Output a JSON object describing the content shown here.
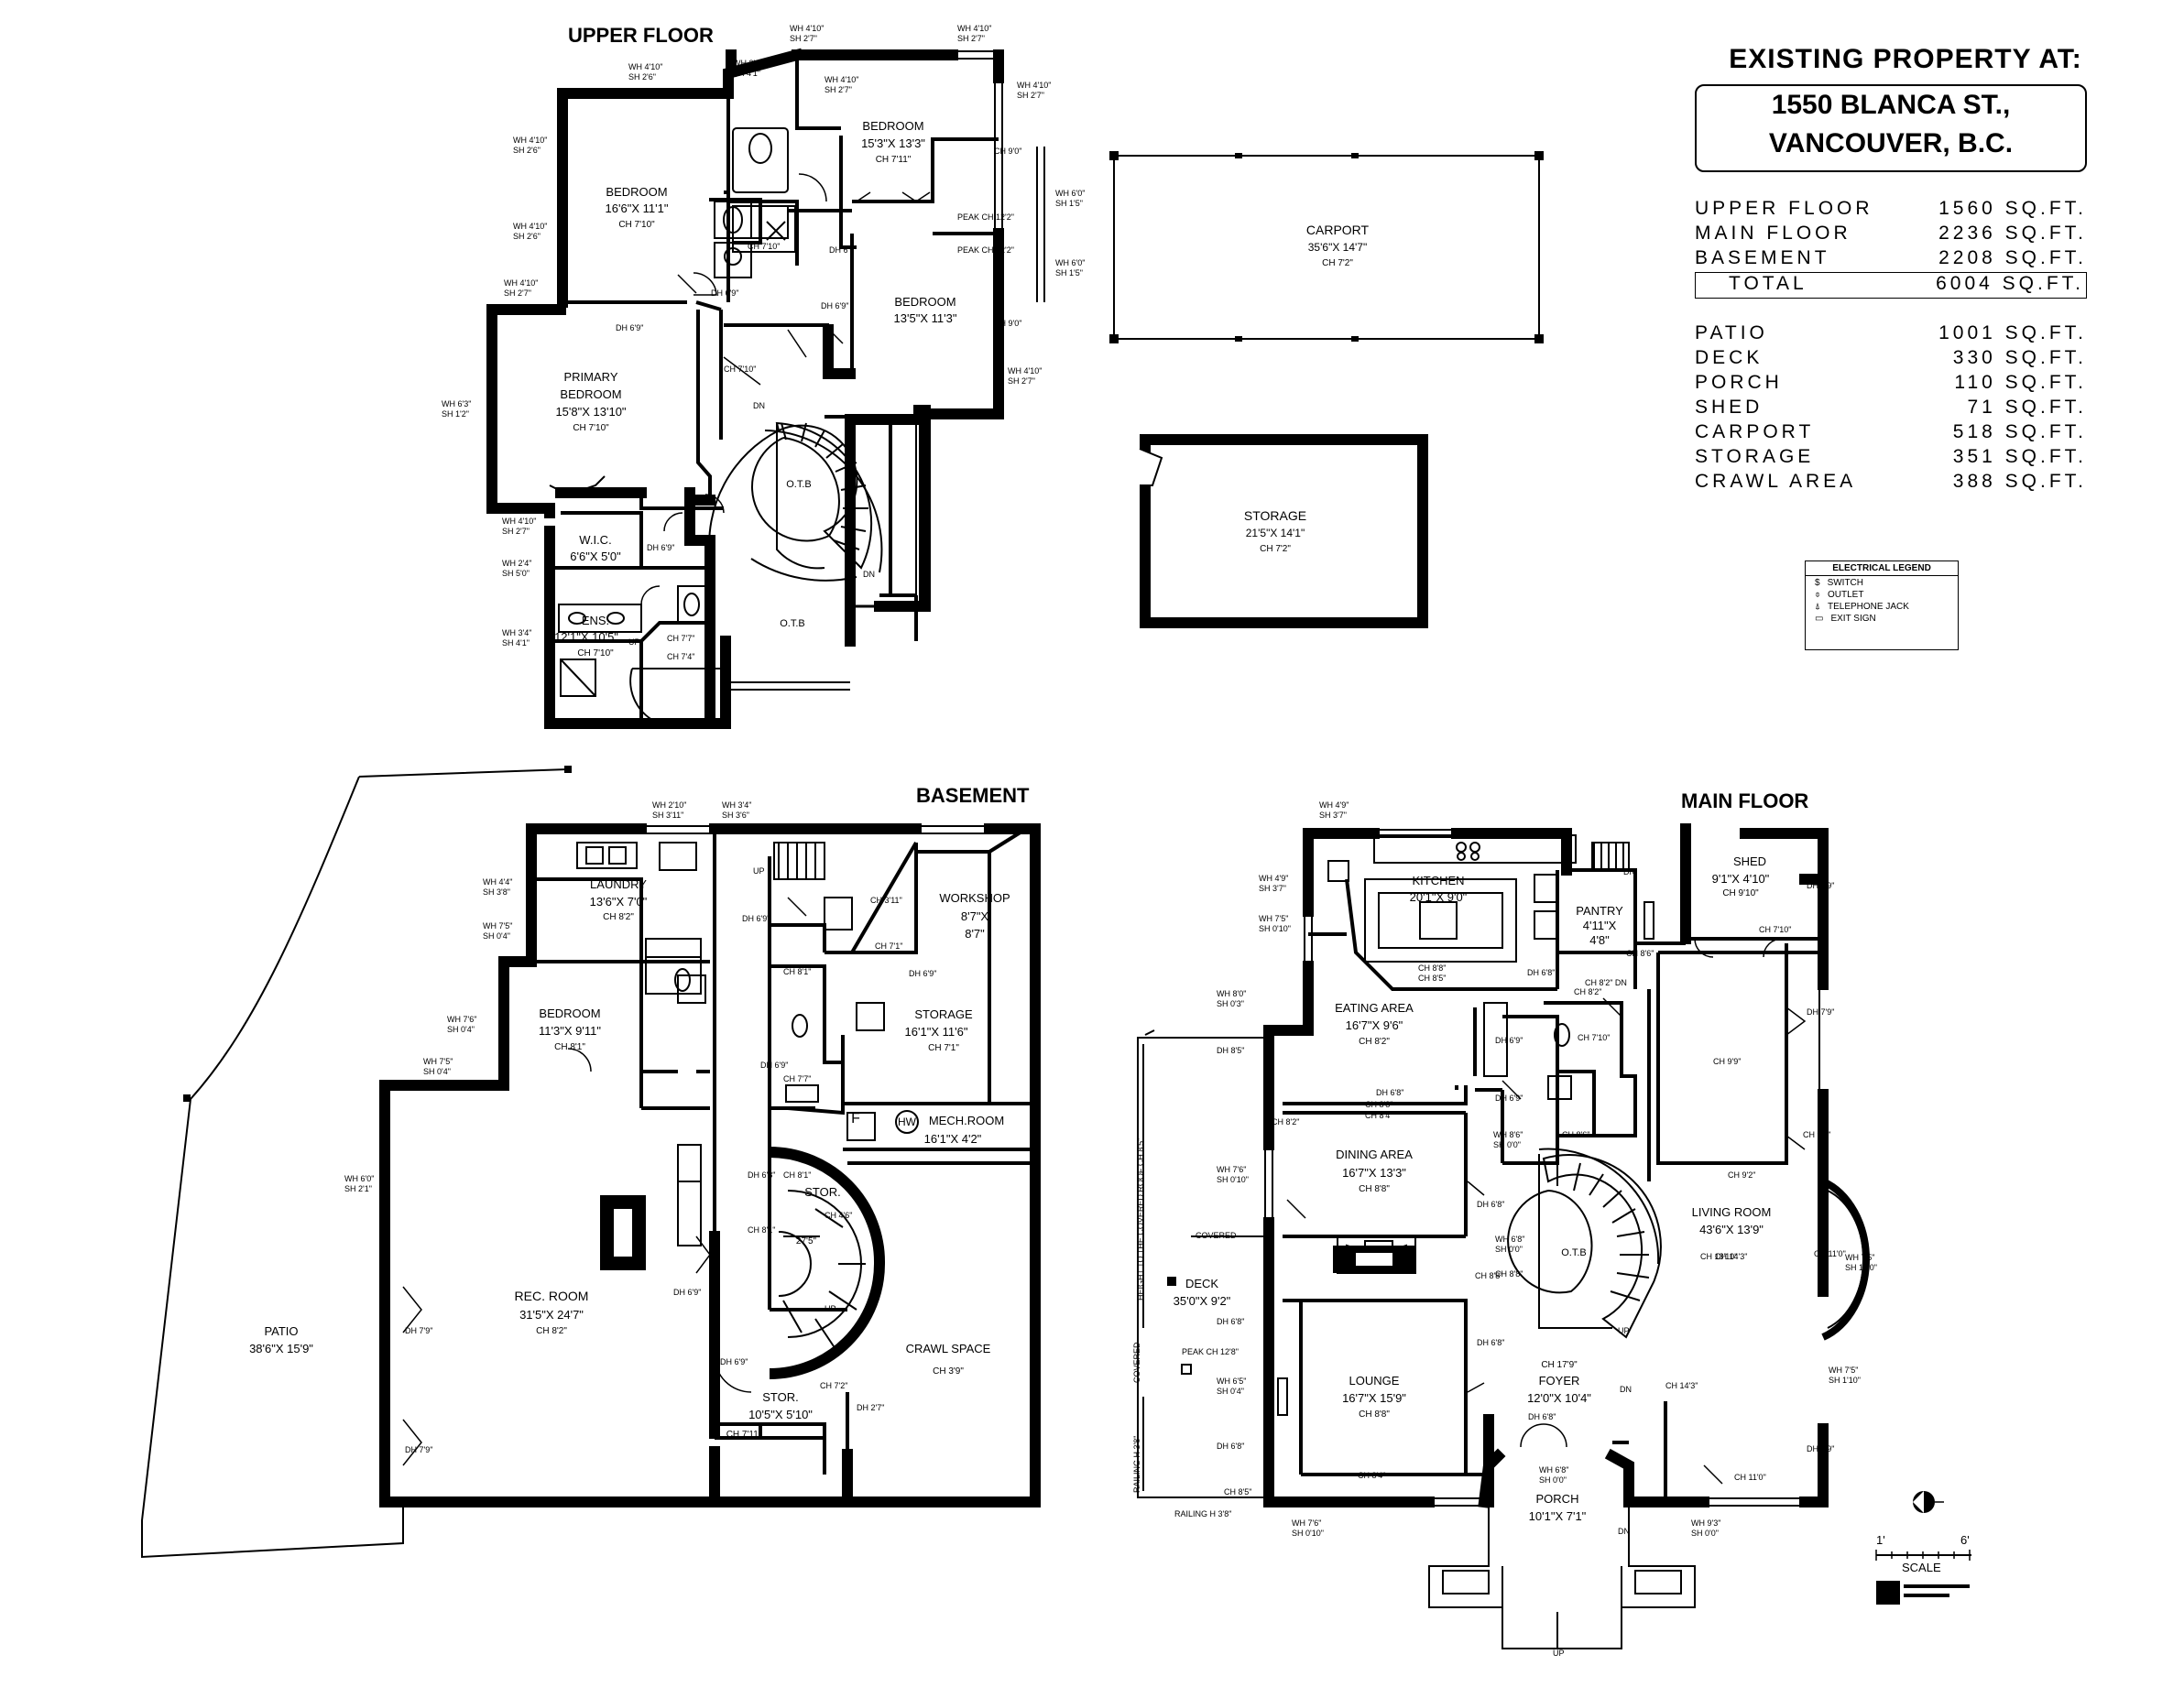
{
  "title": {
    "heading": "EXISTING PROPERTY AT:",
    "address_line1": "1550 BLANCA ST.,",
    "address_line2": "VANCOUVER, B.C."
  },
  "areas": [
    {
      "label": "UPPER FLOOR",
      "value": "1560 SQ.FT."
    },
    {
      "label": "MAIN FLOOR",
      "value": "2236 SQ.FT."
    },
    {
      "label": "BASEMENT",
      "value": "2208 SQ.FT."
    }
  ],
  "total": {
    "label": "TOTAL",
    "value": "6004 SQ.FT."
  },
  "other_areas": [
    {
      "label": "PATIO",
      "value": "1001 SQ.FT."
    },
    {
      "label": "DECK",
      "value": "330 SQ.FT."
    },
    {
      "label": "PORCH",
      "value": "110 SQ.FT."
    },
    {
      "label": "SHED",
      "value": "71 SQ.FT."
    },
    {
      "label": "CARPORT",
      "value": "518 SQ.FT."
    },
    {
      "label": "STORAGE",
      "value": "351 SQ.FT."
    },
    {
      "label": "CRAWL AREA",
      "value": "388 SQ.FT."
    }
  ],
  "legend": {
    "title": "ELECTRICAL LEGEND",
    "switch": "SWITCH",
    "outlet": "OUTLET",
    "telephone": "TELEPHONE JACK",
    "exit": "EXIT SIGN"
  },
  "scale": {
    "left": "1'",
    "right": "6'",
    "label": "SCALE"
  },
  "floor_titles": {
    "upper": "UPPER FLOOR",
    "basement": "BASEMENT",
    "main": "MAIN FLOOR"
  },
  "rooms": {
    "up_bed1": {
      "name": "BEDROOM",
      "dims": "16'6\"X 11'1\"",
      "ch": "CH 7'10\""
    },
    "up_bed2": {
      "name": "BEDROOM",
      "dims": "15'3\"X 13'3\"",
      "ch": "CH 7'11\""
    },
    "up_bed3": {
      "name": "BEDROOM",
      "dims": "13'5\"X 11'3\""
    },
    "up_primary1": {
      "name": "PRIMARY",
      "name2": "BEDROOM",
      "dims": "15'8\"X 13'10\"",
      "ch": "CH 7'10\""
    },
    "up_wic": {
      "name": "W.I.C.",
      "dims": "6'6\"X 5'0\""
    },
    "up_ens": {
      "name": "ENS.",
      "dims": "12'1\"X 10'5\"",
      "ch": "CH 7'10\""
    },
    "up_otb1": "O.T.B",
    "up_otb2": "O.T.B",
    "carport": {
      "name": "CARPORT",
      "dims": "35'6\"X 14'7\"",
      "ch": "CH 7'2\""
    },
    "storage_out": {
      "name": "STORAGE",
      "dims": "21'5\"X 14'1\"",
      "ch": "CH 7'2\""
    },
    "b_laundry": {
      "name": "LAUNDRY",
      "dims": "13'6\"X 7'0\"",
      "ch": "CH 8'2\""
    },
    "b_bedroom": {
      "name": "BEDROOM",
      "dims": "11'3\"X 9'11\"",
      "ch": "CH 8'1\""
    },
    "b_rec": {
      "name": "REC. ROOM",
      "dims": "31'5\"X 24'7\"",
      "ch": "CH 8'2\""
    },
    "b_workshop": {
      "name": "WORKSHOP",
      "dims": "8'7\"X",
      "dims2": "8'7\""
    },
    "b_storage": {
      "name": "STORAGE",
      "dims": "16'1\"X 11'6\"",
      "ch": "CH 7'1\""
    },
    "b_mech": {
      "name": "MECH.ROOM",
      "dims": "16'1\"X 4'2\""
    },
    "b_stor1": {
      "name": "STOR.",
      "dims": "27'5\""
    },
    "b_stor2": {
      "name": "STOR.",
      "dims": "10'5\"X 5'10\"",
      "ch": "CH 7'11\""
    },
    "b_crawl": {
      "name": "CRAWL SPACE",
      "ch": "CH 3'9\""
    },
    "patio": {
      "name": "PATIO",
      "dims": "38'6\"X 15'9\""
    },
    "m_kitchen": {
      "name": "KITCHEN",
      "dims": "20'1\"X 9'0\""
    },
    "m_pantry": {
      "name": "PANTRY",
      "dims": "4'11\"X",
      "dims2": "4'8\""
    },
    "m_shed": {
      "name": "SHED",
      "dims": "9'1\"X 4'10\"",
      "ch": "CH 9'10\""
    },
    "m_eating": {
      "name": "EATING AREA",
      "dims": "16'7\"X 9'6\"",
      "ch": "CH 8'2\""
    },
    "m_dining": {
      "name": "DINING AREA",
      "dims": "16'7\"X 13'3\"",
      "ch": "CH 8'8\""
    },
    "m_living": {
      "name": "LIVING ROOM",
      "dims": "43'6\"X 13'9\""
    },
    "m_lounge": {
      "name": "LOUNGE",
      "dims": "16'7\"X 15'9\"",
      "ch": "CH 8'8\""
    },
    "m_foyer": {
      "name": "FOYER",
      "dims": "12'0\"X 10'4\"",
      "ch": "CH 17'9\""
    },
    "m_porch": {
      "name": "PORCH",
      "dims": "10'1\"X 7'1\""
    },
    "m_deck": {
      "name": "DECK",
      "dims": "35'0\"X 9'2\""
    },
    "m_otb": "O.T.B"
  },
  "annotations": {
    "up": [
      "WH 4'10\"",
      "SH 2'7\"",
      "WH 4'10\"",
      "SH 2'7\"",
      "WH 3'4\"",
      "SH 4'1\"",
      "WH 4'10\"",
      "SH 2'6\"",
      "WH 4'10\"",
      "SH 2'7\"",
      "WH 4'10\"",
      "SH 2'7\"",
      "WH 4'10\"",
      "SH 2'6\"",
      "WH 4'10\"",
      "SH 2'6\"",
      "WH 4'10\"",
      "SH 2'7\"",
      "WH 6'3\"",
      "SH 1'2\"",
      "WH 4'10\"",
      "SH 2'7\"",
      "WH 2'4\"",
      "SH 5'0\"",
      "WH 3'4\"",
      "SH 4'1\"",
      "WH 6'0\"",
      "SH 1'5\"",
      "WH 6'0\"",
      "SH 1'5\"",
      "WH 4'10\"",
      "SH 2'7\"",
      "CH 9'0\"",
      "PEAK CH 12'2\"",
      "PEAK CH 12'2\"",
      "CH 9'0\"",
      "CH 7'10\"",
      "DH 6'9\"",
      "DH 6'9\"",
      "DH 6'9\"",
      "DH 6'9\"",
      "DH 6'9\"",
      "CH 7'10\"",
      "CH 7'7\"",
      "CH 7'4\"",
      "DN",
      "DN",
      "UP"
    ],
    "b": [
      "WH 2'10\"",
      "SH 3'11\"",
      "WH 3'4\"",
      "SH 3'6\"",
      "WH 4'4\"",
      "SH 3'8\"",
      "WH 7'5\"",
      "SH 0'4\"",
      "WH 7'6\"",
      "SH 0'4\"",
      "WH 7'5\"",
      "SH 0'4\"",
      "WH 6'0\"",
      "SH 2'1\"",
      "UP",
      "DH 6'9\"",
      "CH 3'11\"",
      "CH 7'1\"",
      "DH 6'9\"",
      "CH 8'1\"",
      "DH 6'9\"",
      "CH 7'7\"",
      "DH 6'8\"",
      "CH 8'1\"",
      "CH 8'1\"",
      "CH 4'6\"",
      "DH 6'9\"",
      "DH 6'9\"",
      "CH 7'2\"",
      "DH 2'7\"",
      "UP",
      "DH 7'9\"",
      "DH 7'9\"",
      "F",
      "HW"
    ],
    "m": [
      "WH 4'9\"",
      "SH 3'7\"",
      "WH 4'9\"",
      "SH 3'7\"",
      "WH 7'5\"",
      "SH 0'10\"",
      "WH 8'0\"",
      "SH 0'3\"",
      "DH 8'5\"",
      "WH 7'6\"",
      "SH 0'10\"",
      "DH 6'8\"",
      "WH 6'5\"",
      "SH 0'4\"",
      "DH 6'8\"",
      "CH 8'5\"",
      "WH 7'6\"",
      "SH 0'10\"",
      "CH 8'8\"",
      "CH 8'5\"",
      "DH 6'8\"",
      "CH 8'2\" DN",
      "DH 6'8\"",
      "CH 8'6\"",
      "DH 6'9\"",
      "CH 7'10\"",
      "CH 8'2\"",
      "CH 8'8\"",
      "DH 6'9\"",
      "WH 8'6\"",
      "SH 0'0\"",
      "CH 8'6\"",
      "CH 8'4\"",
      "CH 8'8\"",
      "DH 6'8\"",
      "DH 6'8\"",
      "WH 6'8\"",
      "SH 0'0\"",
      "CH 8'8\"",
      "CH 8'2\"",
      "DH 6'8\"",
      "CH 8'4\"",
      "WH 6'8\"",
      "SH 0'0\"",
      "WH 9'3\"",
      "SH 0'0\"",
      "CH 7'10\"",
      "CH 9'9\"",
      "CH 9'2\"",
      "CH 9'9\"",
      "CH 11'0\"",
      "WH 7'5\"",
      "SH 1'10\"",
      "WH 7'5\"",
      "SH 1'10\"",
      "CH 11'0\"",
      "CH 14'3\"",
      "CH 18'10\"",
      "CH 14'3\"",
      "DH 7'9\"",
      "DH 7'9\"",
      "DH 7'9\"",
      "UP",
      "DN",
      "DN",
      "DN",
      "UP",
      "PEAK CH 12'8\"",
      "COVERED",
      "COVERED",
      "HEIGHT TO THE COVERED ROOF CH 8'5\"",
      "RAILING H 3'8\"",
      "RAILING H 3'8\""
    ]
  }
}
